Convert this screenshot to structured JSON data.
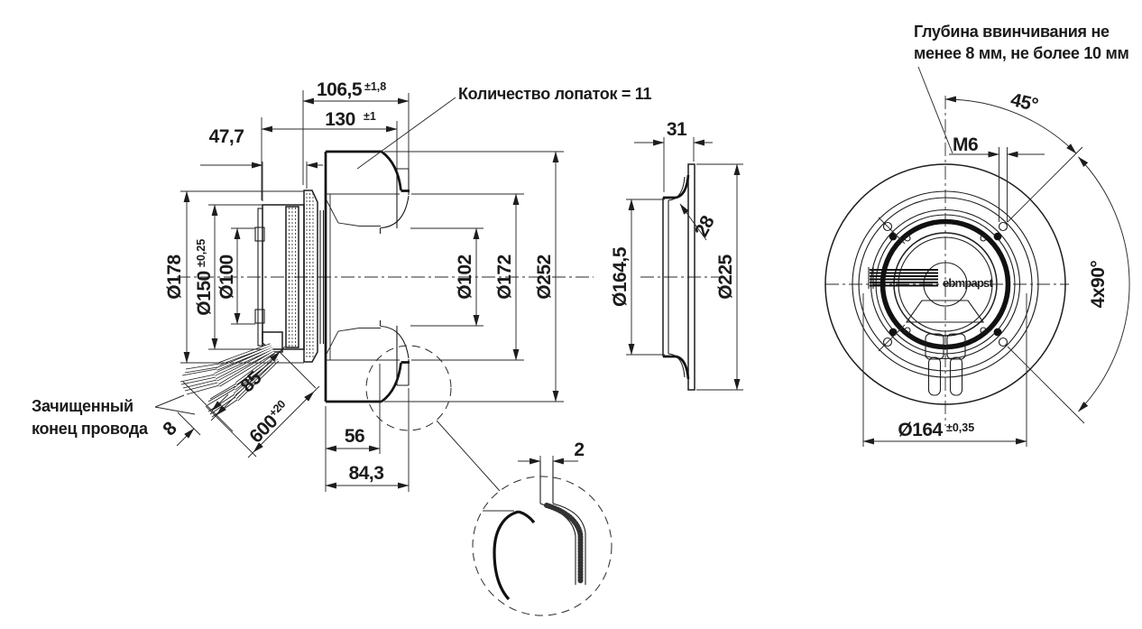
{
  "dims": {
    "width_top": {
      "value": "106,5",
      "tol": "±1,8"
    },
    "width_overall": {
      "value": "130",
      "tol": "±1"
    },
    "motor_depth": {
      "value": "47,7"
    },
    "flange_dia": {
      "value": "Ø178"
    },
    "motor_dia": {
      "value": "Ø150",
      "tol": "±0,25"
    },
    "spigot_dia": {
      "value": "Ø100"
    },
    "inlet_inner_dia": {
      "value": "Ø102"
    },
    "mouth_dia": {
      "value": "Ø172"
    },
    "impeller_dia": {
      "value": "Ø252"
    },
    "wire_free_length": {
      "value": "85"
    },
    "wire_strip_length": {
      "value": "8"
    },
    "lead_length": {
      "value": "600",
      "tol": "+20"
    },
    "housing_depth": {
      "value": "56"
    },
    "housing_depth_total": {
      "value": "84,3"
    },
    "ring_width": {
      "value": "31"
    },
    "ring_lip": {
      "value": "28"
    },
    "ring_inner_dia": {
      "value": "Ø164,5"
    },
    "ring_outer_dia": {
      "value": "Ø225"
    },
    "gap": {
      "value": "2"
    },
    "hole_angle": {
      "value": "45°"
    },
    "thread": {
      "value": "M6"
    },
    "hole_pattern": {
      "value": "4x90°"
    },
    "bolt_circle_dia": {
      "value": "Ø164",
      "tol": "±0,35"
    }
  },
  "notes": {
    "blade_count": "Количество лопаток = 11",
    "wire_note_1": "Зачищенный",
    "wire_note_2": "конец провода",
    "screw_note_1": "Глубина ввинчивания не",
    "screw_note_2": "менее 8 мм, не более 10 мм",
    "logo": "ebmpapst"
  },
  "colors": {
    "line": "#1d1d1d",
    "text": "#1b1b1b",
    "background": "#ffffff"
  }
}
